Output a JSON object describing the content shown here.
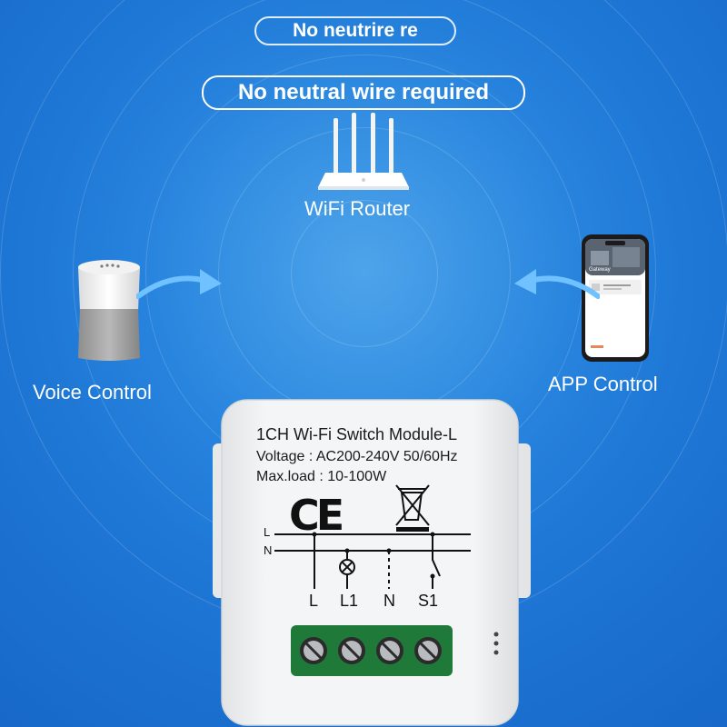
{
  "headline_faded": "No neutrire re",
  "headline": "No neutral wire required",
  "router": {
    "label": "WiFi Router",
    "icon": "wifi-router-icon"
  },
  "voice": {
    "label": "Voice Control",
    "icon": "smart-speaker-icon"
  },
  "app": {
    "label": "APP Control",
    "icon": "smartphone-icon",
    "screen_title": "Gateway"
  },
  "module": {
    "title": "1CH Wi-Fi Switch Module-L",
    "voltage": "Voltage : AC200-240V 50/60Hz",
    "max_load": "Max.load : 10-100W",
    "ce_mark": "CE",
    "line_labels": [
      "L",
      "N"
    ],
    "terminals": [
      "L",
      "L1",
      "N",
      "S1"
    ]
  },
  "colors": {
    "background": "#1f78d6",
    "accent": "#ffffff",
    "terminal_block": "#1f7a3a"
  }
}
